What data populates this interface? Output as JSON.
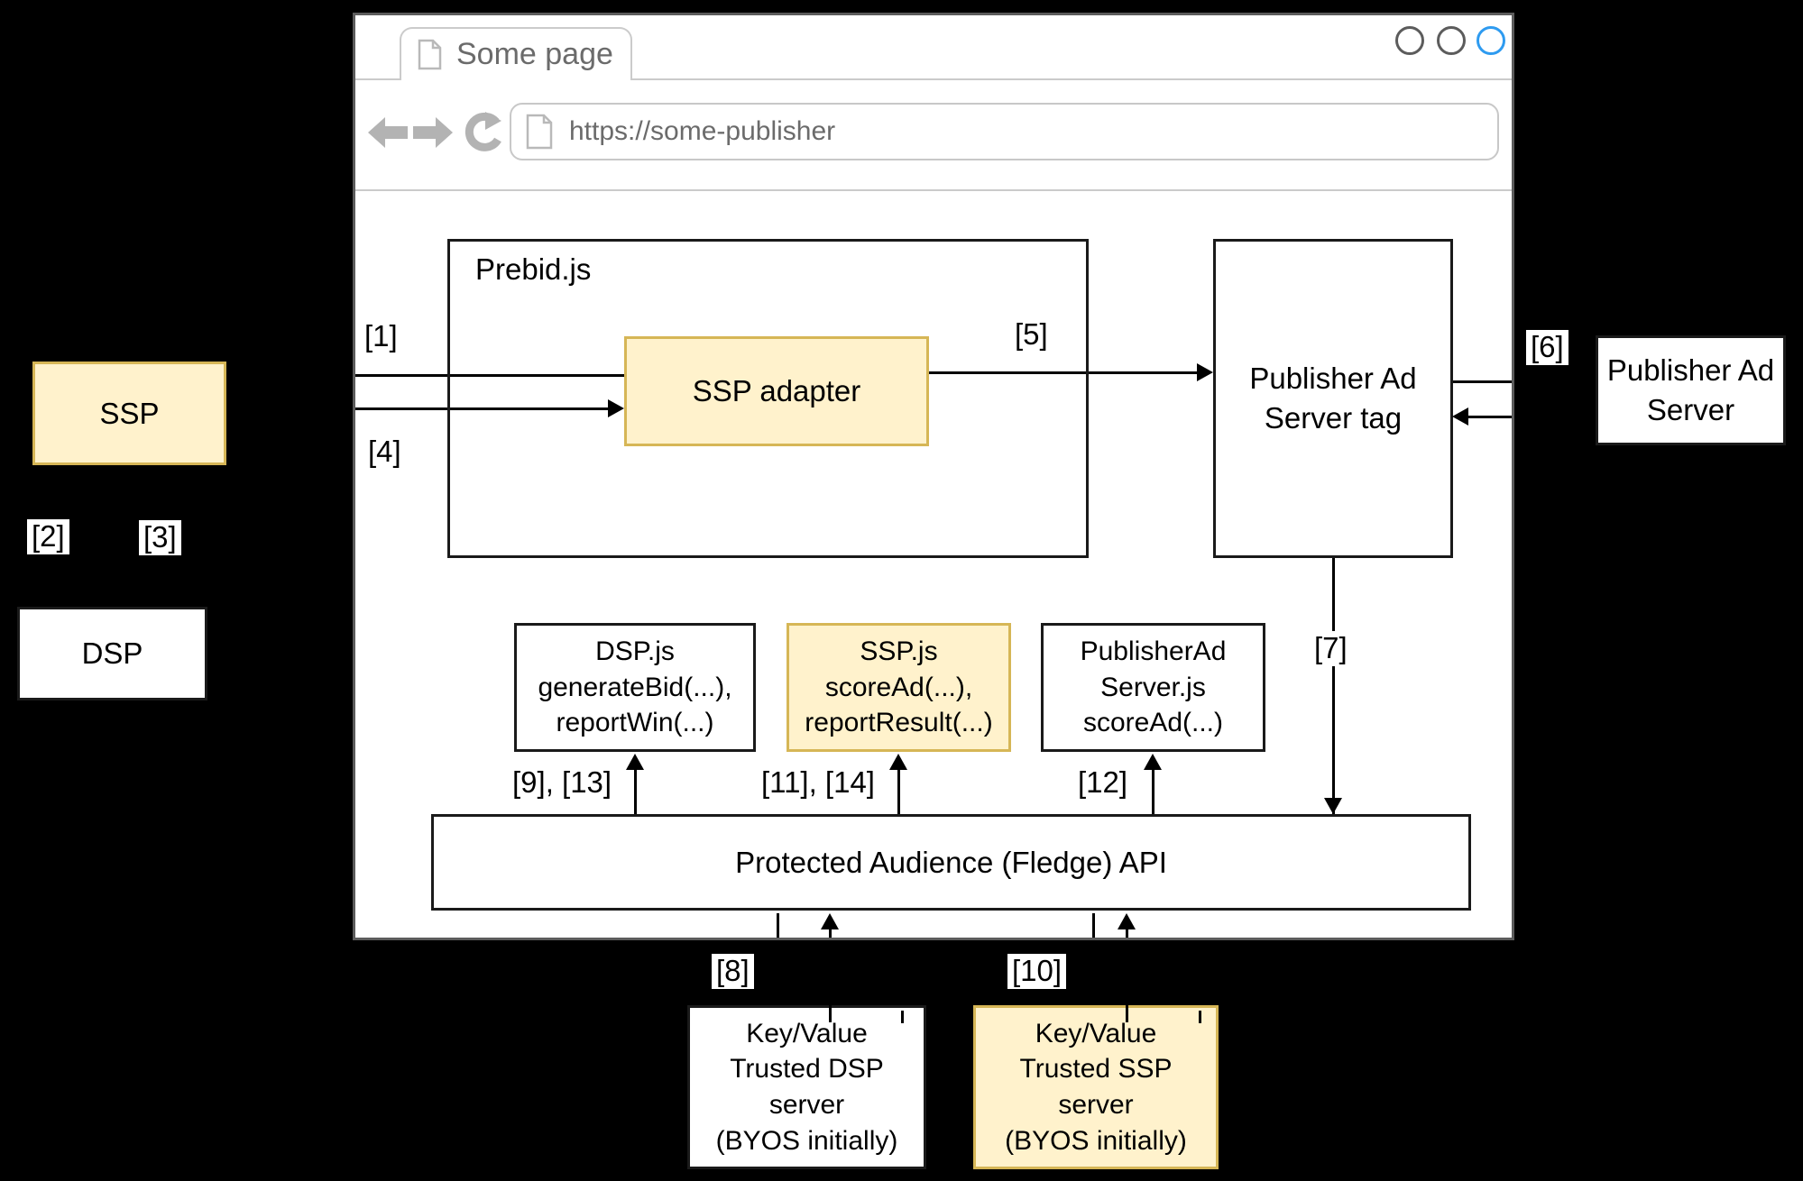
{
  "browser_window": {
    "tab_title": "Some page",
    "url": "https://some-publisher"
  },
  "icons": {
    "tab_page": "page-icon",
    "address_page": "page-icon",
    "back": "back-arrow-icon",
    "forward": "forward-arrow-icon",
    "reload": "reload-icon",
    "window_controls": "three-outline-circles"
  },
  "colors": {
    "canvas_background": "#000000",
    "highlight_fill": "#fff2cc",
    "highlight_border": "#d6b656",
    "chrome_gray": "#b3b3b3",
    "chrome_text": "#6b6b6b",
    "active_circle": "#2e9bf0",
    "line": "#000000"
  },
  "diagram": {
    "boxes": {
      "prebid": {
        "label": "Prebid.js"
      },
      "ssp_adapter": {
        "label": "SSP adapter"
      },
      "publisher_ad_server_tag": {
        "lines": [
          "Publisher Ad",
          "Server tag"
        ]
      },
      "publisher_ad_server": {
        "lines": [
          "Publisher Ad",
          "Server"
        ]
      },
      "ssp": {
        "label": "SSP"
      },
      "dsp": {
        "label": "DSP"
      },
      "dsp_js": {
        "lines": [
          "DSP.js",
          "generateBid(...),",
          "reportWin(...)"
        ]
      },
      "ssp_js": {
        "lines": [
          "SSP.js",
          "scoreAd(...),",
          "reportResult(...)"
        ]
      },
      "publisher_ad_server_js": {
        "lines": [
          "PublisherAd",
          "Server.js",
          "scoreAd(...)"
        ]
      },
      "fledge_api": {
        "label": "Protected Audience (Fledge) API"
      },
      "kv_dsp": {
        "lines": [
          "Key/Value",
          "Trusted DSP",
          "server",
          "(BYOS initially)"
        ]
      },
      "kv_ssp": {
        "lines": [
          "Key/Value",
          "Trusted SSP",
          "server",
          "(BYOS initially)"
        ]
      }
    },
    "steps": {
      "s1": "[1]",
      "s2": "[2]",
      "s3": "[3]",
      "s4": "[4]",
      "s5": "[5]",
      "s6": "[6]",
      "s7": "[7]",
      "s8": "[8]",
      "s9_13": "[9], [13]",
      "s10": "[10]",
      "s11_14": "[11], [14]",
      "s12": "[12]"
    }
  }
}
